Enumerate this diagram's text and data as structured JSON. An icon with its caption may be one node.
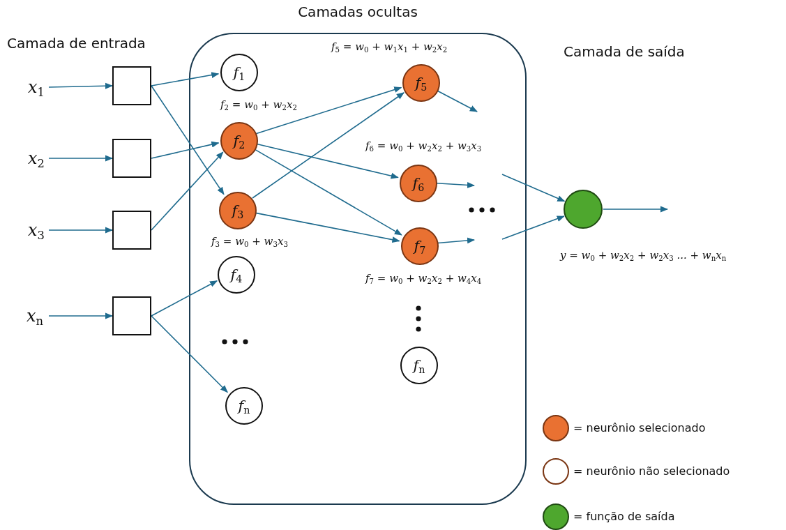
{
  "diagram": {
    "nodes": [
      {
        "text": [
          "x$_{1}$"
        ]
      },
      {
        "text": [],
        "shape": "box"
      },
      {
        "text": [
          "x$_{2}$"
        ]
      },
      {
        "text": [],
        "shape": "box"
      },
      {
        "text": [
          "x$_{3}$"
        ]
      },
      {
        "text": [],
        "shape": "box"
      },
      {
        "text": [
          "x$_{n}$"
        ]
      },
      {
        "text": [],
        "shape": "box"
      },
      {
        "text": [
          "Camadas ocultas"
        ]
      },
      {
        "text": [
          "f$_{1}$"
        ],
        "in": 8
      },
      {
        "text": [
          "f$_{2}$"
        ],
        "in": 8,
        "beside": [
          "f$_{2}$ =  w$_{0}$ + w$_{2}$x$_{2}$"
        ]
      },
      {
        "text": [
          "f$_{3}$"
        ],
        "in": 8,
        "beside": [
          "f$_{3}$ =  w$_{0}$ + w$_{3}$x$_{3}$"
        ]
      },
      {
        "text": [
          "f$_{4}$"
        ],
        "in": 8
      },
      {
        "text": [
          "f$_{n}$"
        ],
        "in": 8
      },
      {
        "text": [
          "f$_{5}$"
        ],
        "in": 8,
        "beside": [
          "f$_{5}$ =  w$_{0}$ + w$_{1}$x$_{1}$ + w$_{2}$x$_{2}$"
        ]
      },
      {
        "text": [
          "f$_{6}$"
        ],
        "in": 8,
        "beside": [
          "f$_{6}$ = w$_{0}$ + w$_{2}$x$_{2}$ +  w$_{3}$x$_{3}$"
        ]
      },
      {
        "text": [
          "f$_{7}$"
        ],
        "in": 8,
        "beside": [
          "f$_{7}$ = w$_{0}$ + w$_{2}$x$_{2}$ +  w$_{4}$x$_{4}$"
        ]
      },
      {
        "text": [
          "f$_{n}$"
        ],
        "in": 8
      },
      {
        "text": [],
        "shape": "circle",
        "beside": [
          "y =  w$_{0}$ + w$_{2}$x$_{2}$ + w$_{2}$x$_{3}$  ... + w$_{n}$x$_{n}$"
        ]
      }
    ],
    "edges": [
      {
        "from": 0,
        "to": 1,
        "arrow": "to"
      },
      {
        "from": 2,
        "to": 3,
        "arrow": "to"
      },
      {
        "from": 4,
        "to": 5,
        "arrow": "to"
      },
      {
        "from": 6,
        "to": 7,
        "arrow": "to"
      },
      {
        "from": 1,
        "to": 9,
        "arrow": "to"
      },
      {
        "from": 1,
        "to": 11,
        "arrow": "to"
      },
      {
        "from": 3,
        "to": 10,
        "arrow": "to"
      },
      {
        "from": 5,
        "to": 10,
        "arrow": "to"
      },
      {
        "from": 7,
        "to": 12,
        "arrow": "to"
      },
      {
        "from": 7,
        "to": 13,
        "arrow": "to"
      },
      {
        "from": 10,
        "to": 14,
        "arrow": "to"
      },
      {
        "from": 10,
        "to": 15,
        "arrow": "to"
      },
      {
        "from": 10,
        "to": 16,
        "arrow": "to"
      },
      {
        "from": 11,
        "to": 14,
        "arrow": "to"
      },
      {
        "from": 11,
        "to": 16,
        "arrow": "to"
      },
      {
        "from": 14,
        "to": null,
        "arrow": "to"
      },
      {
        "from": 15,
        "to": null,
        "arrow": "to"
      },
      {
        "from": 16,
        "to": null,
        "arrow": "to"
      },
      {
        "from": null,
        "to": 18,
        "arrow": "to"
      },
      {
        "from": null,
        "to": 18,
        "arrow": "to"
      },
      {
        "from": 18,
        "to": null,
        "arrow": "to"
      }
    ],
    "labels": [
      "Camada de entrada",
      "Camada de saída"
    ],
    "legend": [
      {
        "text": "= neurônio selecionado",
        "color": "#e97132"
      },
      {
        "text": "= neurônio não selecionado",
        "color": "#ffffff"
      },
      {
        "text": "= função de saída",
        "color": "#4ea72e"
      }
    ]
  }
}
